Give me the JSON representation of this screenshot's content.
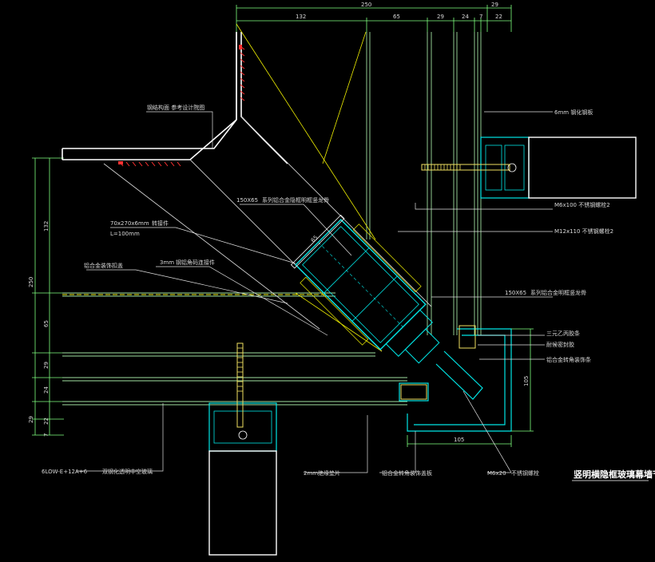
{
  "colors": {
    "background": "#000000",
    "structure": "#ffffff",
    "profile": "#00e5e5",
    "glass_line": "#a0e0a0",
    "leader": "#f0f000",
    "dimension": "#7fff7f",
    "bolt": "#f0e060",
    "red_mark": "#ff3030"
  },
  "top_dims": {
    "total": "250",
    "d1": "132",
    "d2": "65",
    "d3": "29",
    "d4": "24",
    "d5": "7",
    "d6": "22",
    "d7": "29"
  },
  "left_dims": {
    "d1": "132",
    "total": "250",
    "d2": "65",
    "d3": "29",
    "d4": "24",
    "d5": "29",
    "d6": "22",
    "d7": "7"
  },
  "other_dims": {
    "right_vertical": "105",
    "bottom_horizontal": "105",
    "diag_small": "65"
  },
  "labels": {
    "steel_structure": "钢结构面 参考设计院图",
    "glass_top_right": "6mm  钢化钢板",
    "bolt_m6": "M6x100   不锈钢螺栓2",
    "profile_150": "150X65",
    "profile_150_desc": "系列铝合金隐框明框竖龙骨",
    "bolt_m12": "M12x110   不锈钢螺栓2",
    "steel_pad": "70x270x6mm",
    "steel_pad_desc": "转接件",
    "steel_pad_len": "L=100mm",
    "alu_cover": "铝合金装饰扣盖",
    "plate_3mm": "3mm",
    "plate_3mm_desc": "钢铝角码连接件",
    "profile_150_r": "150X65",
    "profile_150_r_desc": "系列铝合金明框竖龙骨",
    "epdm": "三元乙丙胶条",
    "sealant": "耐候密封胶",
    "alu_corner": "铝合金转角装饰条",
    "glass_bottom": "6LOW-E+12A+6",
    "glass_bottom_desc": "双钢化透明中空玻璃",
    "gasket_2mm": "2mm",
    "gasket_2mm_desc": "绝缘垫片",
    "alu_corner_plate": "铝合金转角装饰盖板",
    "bolt_m6_20": "M6x20",
    "bolt_m6_20_desc": "不锈钢螺栓"
  },
  "title": "竖明横隐框玻璃幕墙节点"
}
